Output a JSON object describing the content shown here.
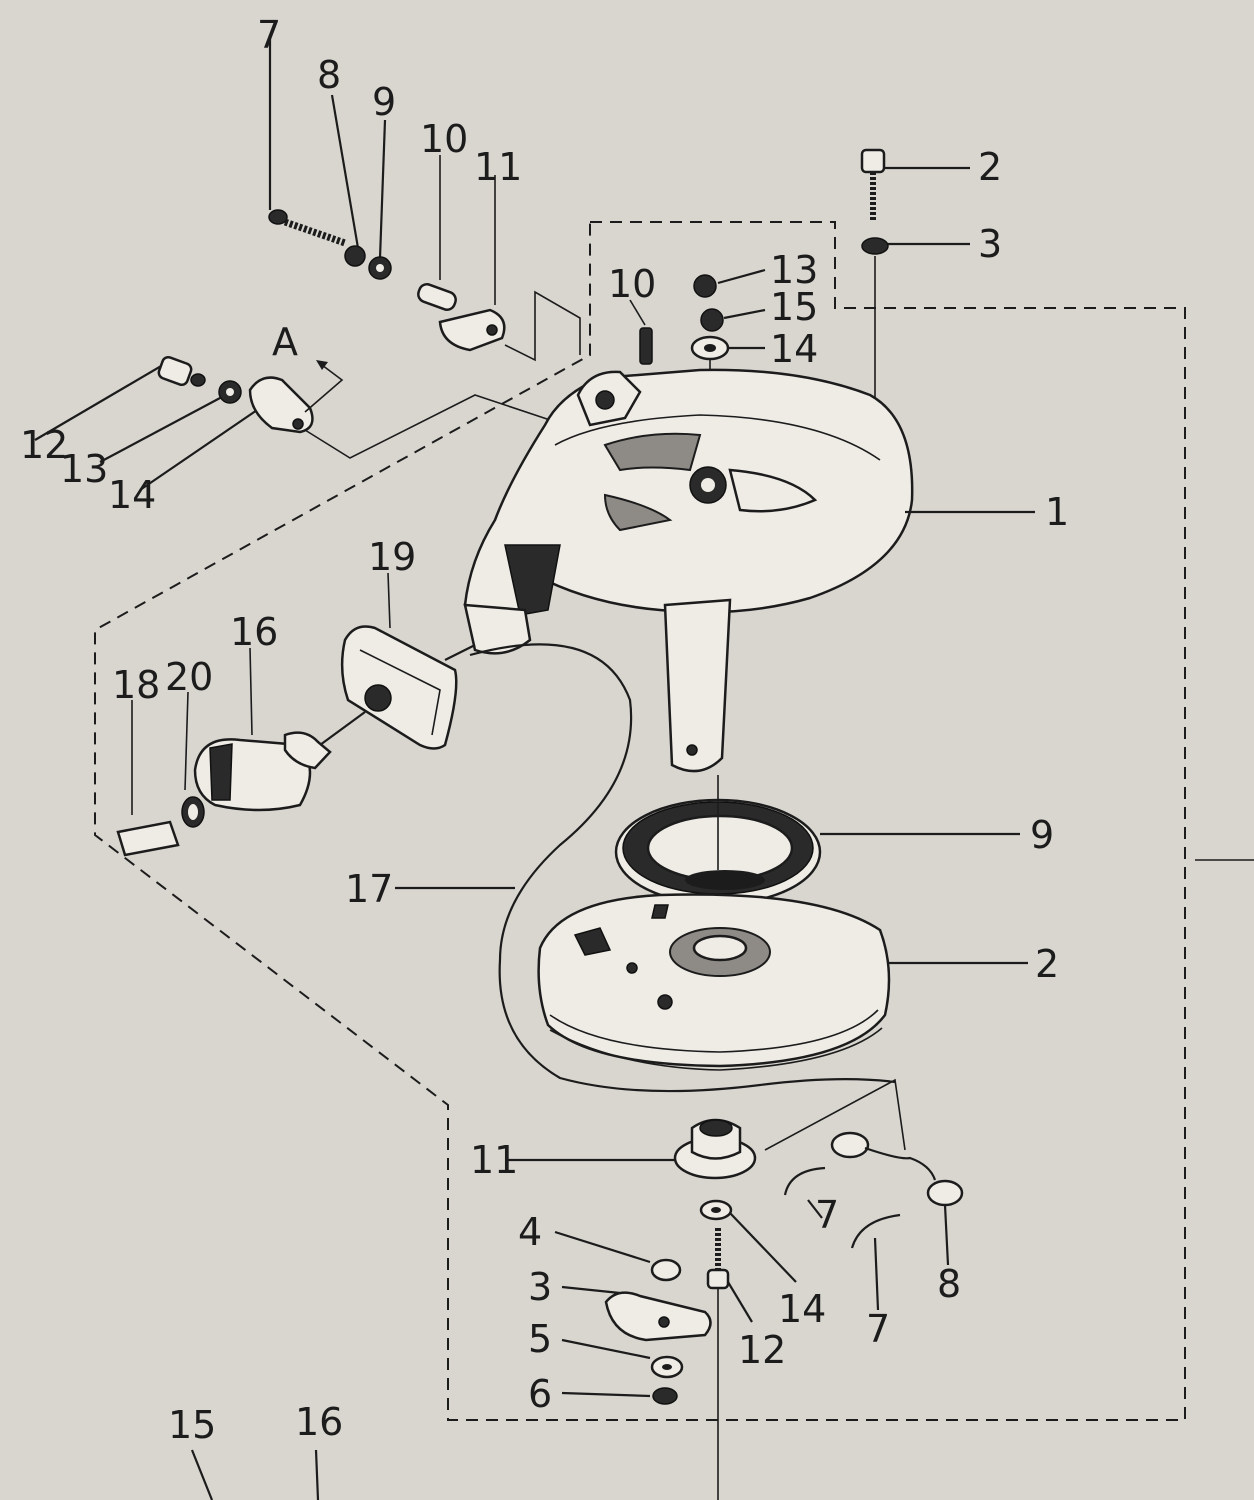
{
  "diagram": {
    "background": "#d9d6d0",
    "ink": "#1c1c1c",
    "labels": {
      "upper_left": {
        "n7": "7",
        "n8": "8",
        "n9": "9",
        "n10": "10",
        "n11": "11",
        "nA": "A",
        "n12": "12",
        "n13": "13",
        "n14": "14"
      },
      "upper_right": {
        "n2": "2",
        "n3": "3",
        "n13": "13",
        "n15": "15",
        "n14": "14",
        "n10": "10",
        "n1": "1"
      },
      "handle": {
        "n19": "19",
        "n16": "16",
        "n20": "20",
        "n18": "18",
        "n17": "17"
      },
      "housing": {
        "n9": "9",
        "n2": "2"
      },
      "lower": {
        "n11": "11",
        "n4": "4",
        "n3": "3",
        "n5": "5",
        "n6": "6",
        "n12": "12",
        "n14": "14",
        "n7a": "7",
        "n8": "8",
        "n7b": "7"
      },
      "bottom": {
        "n15": "15",
        "n16": "16"
      }
    }
  }
}
